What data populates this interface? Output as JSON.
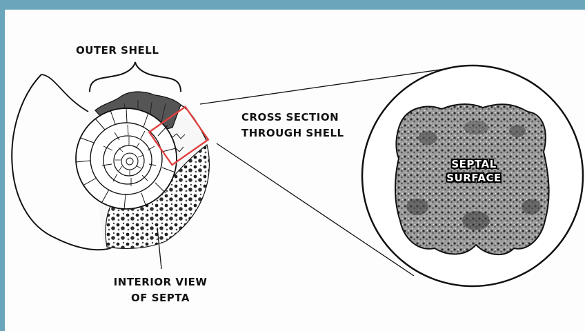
{
  "labels": {
    "outer_shell": "OUTER SHELL",
    "cross_section_line1": "CROSS SECTION",
    "cross_section_line2": "THROUGH SHELL",
    "interior_line1": "INTERIOR VIEW",
    "interior_line2": "OF SEPTA",
    "septal_line1": "SEPTAL",
    "septal_line2": "SURFACE"
  },
  "colors": {
    "frame": "#6aa6bb",
    "highlight_box": "#e0403f",
    "background": "#fdfdfd"
  }
}
